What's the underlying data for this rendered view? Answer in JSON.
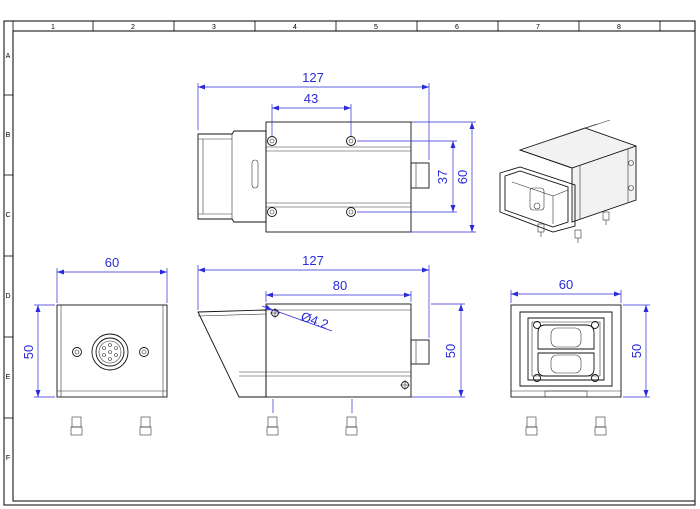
{
  "title_block": {
    "column_labels": [
      "1",
      "2",
      "3",
      "4",
      "5",
      "6",
      "7",
      "8"
    ],
    "row_labels": [
      "A",
      "B",
      "C",
      "D",
      "E",
      "F"
    ]
  },
  "dimensions": {
    "top_length": "127",
    "top_hole_spacing": "43",
    "top_side_37": "37",
    "top_side_60": "60",
    "left_width": "60",
    "left_height": "50",
    "front_length": "127",
    "front_80": "80",
    "front_hole": "Ø4.2",
    "front_height": "50",
    "right_width": "60",
    "right_height": "50"
  },
  "colors": {
    "dimension": "#2b2bd8",
    "outline": "#111111"
  }
}
